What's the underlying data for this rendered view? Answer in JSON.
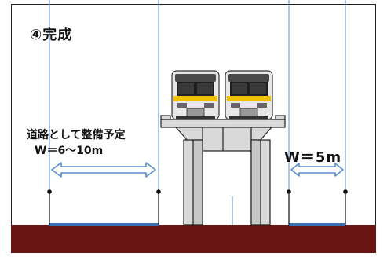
{
  "title": "④完成",
  "road_plan": {
    "line1": "道路として整備予定",
    "line2": "W＝6～10m"
  },
  "right_width": "W＝5m",
  "colors": {
    "ground": "#6b1414",
    "road": "#3b6fb3",
    "guide_line": "#5b8fd6",
    "structure": "#d9d9d9",
    "train_band": "#f2c200"
  }
}
